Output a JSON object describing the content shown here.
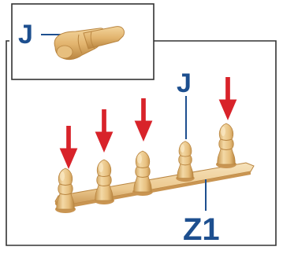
{
  "inset": {
    "part_label": "J"
  },
  "main": {
    "part_label": "J",
    "assembly_label": "Z1",
    "peg_count": 5,
    "arrow_count": 4
  },
  "colors": {
    "label": "#1d4f8f",
    "arrow": "#d8232a",
    "frame": "#333333",
    "wood_light": "#f3d9a6",
    "wood_mid": "#e7bf7e",
    "wood_dark": "#c9974f"
  }
}
